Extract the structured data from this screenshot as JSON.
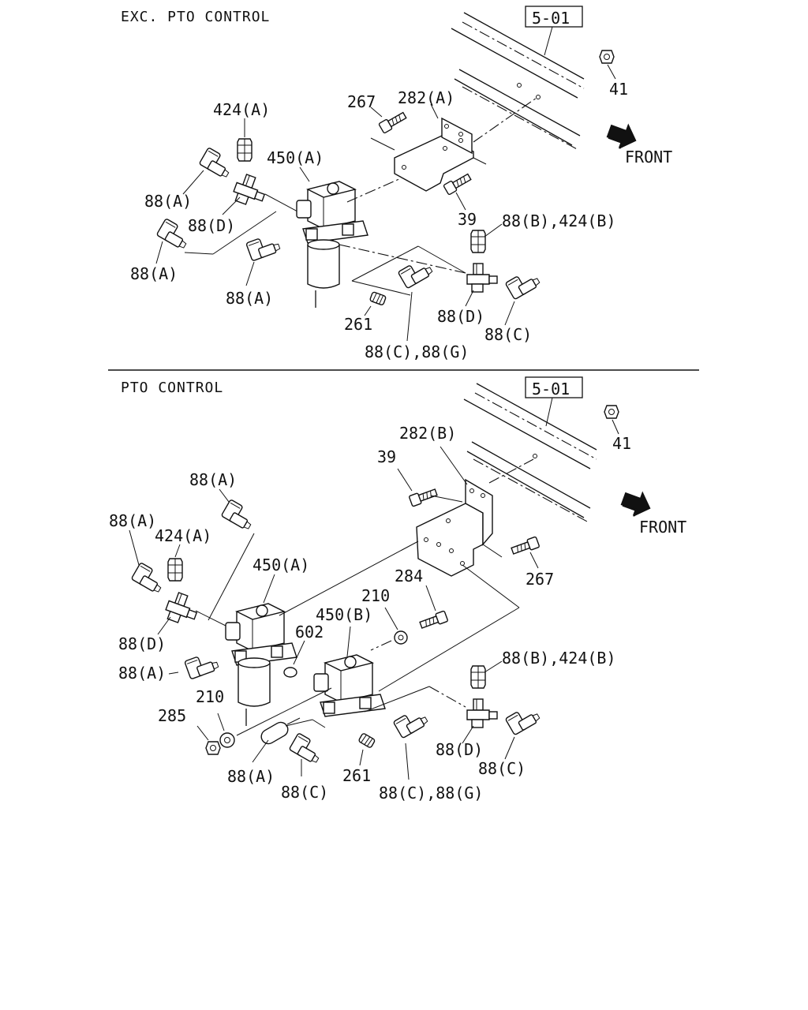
{
  "sections": {
    "top": {
      "title": "EXC. PTO CONTROL",
      "ref": "5-01",
      "front": "FRONT",
      "labels": {
        "p41": "41",
        "p267": "267",
        "p282a": "282(A)",
        "p424a": "424(A)",
        "p450a": "450(A)",
        "p88a_1": "88(A)",
        "p88d_1": "88(D)",
        "p39": "39",
        "p88b424b": "88(B),424(B)",
        "p88a_2": "88(A)",
        "p88a_3": "88(A)",
        "p261": "261",
        "p88d_2": "88(D)",
        "p88c": "88(C)",
        "p88cg": "88(C),88(G)"
      }
    },
    "bottom": {
      "title": "PTO CONTROL",
      "ref": "5-01",
      "front": "FRONT",
      "labels": {
        "p41": "41",
        "p282b": "282(B)",
        "p39": "39",
        "p88a_1": "88(A)",
        "p88a_2": "88(A)",
        "p424a": "424(A)",
        "p267": "267",
        "p450a": "450(A)",
        "p284": "284",
        "p210_1": "210",
        "p450b": "450(B)",
        "p602": "602",
        "p88d_1": "88(D)",
        "p88b424b": "88(B),424(B)",
        "p88a_3": "88(A)",
        "p210_2": "210",
        "p285": "285",
        "p88d_2": "88(D)",
        "p88c_1": "88(C)",
        "p88a_4": "88(A)",
        "p88c_2": "88(C)",
        "p261": "261",
        "p88cg": "88(C),88(G)"
      }
    }
  }
}
